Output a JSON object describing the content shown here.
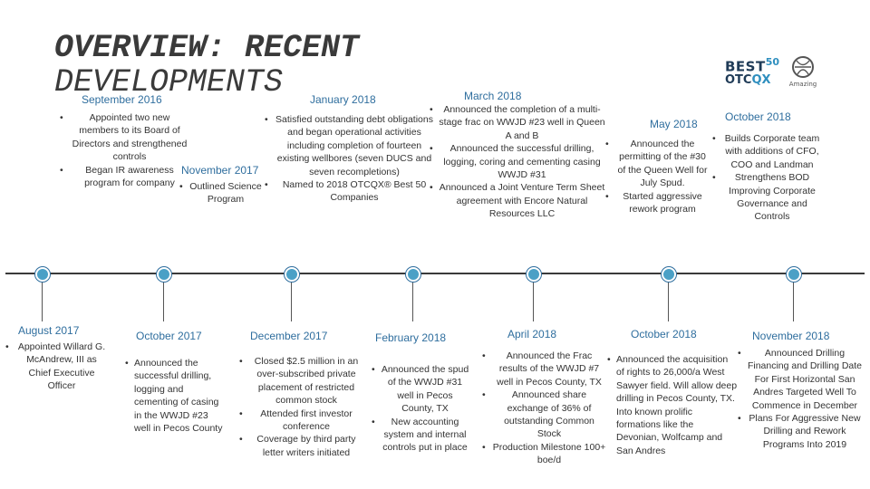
{
  "title": {
    "line1": "OVERVIEW: RECENT",
    "line2": "DEVELOPMENTS"
  },
  "logo": {
    "best": "BEST",
    "fifty": "50",
    "otc": "OTC",
    "qx": "QX",
    "amazing": "Amazing"
  },
  "top": [
    {
      "date": "September 2016",
      "items": [
        "Appointed two new members to its Board of Directors and strengthened controls",
        "Began IR awareness program for company"
      ]
    },
    {
      "date": "November 2017",
      "items": [
        "Outlined Science Program"
      ]
    },
    {
      "date": "January 2018",
      "items": [
        "Satisfied outstanding debt obligations and began operational activities including completion of fourteen existing wellbores (seven DUCS and seven recompletions)",
        "Named to 2018 OTCQX® Best 50 Companies"
      ]
    },
    {
      "date": "March 2018",
      "items": [
        "Announced the completion of a multi-stage frac on WWJD #23 well in Queen A and B",
        "Announced the successful drilling, logging, coring and cementing casing WWJD #31",
        "Announced a Joint Venture Term Sheet agreement with Encore Natural Resources LLC"
      ]
    },
    {
      "date": "May 2018",
      "items": [
        "Announced the permitting of the #30 of the Queen Well for July Spud.",
        "Started aggressive rework program"
      ]
    },
    {
      "date": "October 2018",
      "items": [
        "Builds Corporate team with additions of CFO, COO and Landman",
        "Strengthens BOD Improving Corporate Governance and Controls"
      ]
    }
  ],
  "bottom": [
    {
      "date": "August 2017",
      "items": [
        "Appointed Willard G. McAndrew, III as Chief Executive Officer"
      ]
    },
    {
      "date": "October 2017",
      "items": [
        "Announced the successful drilling, logging and cementing of casing in the WWJD #23 well in Pecos County"
      ]
    },
    {
      "date": "December 2017",
      "items": [
        "Closed $2.5 million in an over-subscribed private placement of restricted common stock",
        "Attended first investor conference",
        "Coverage by third party letter writers initiated"
      ]
    },
    {
      "date": "February 2018",
      "items": [
        "Announced the spud of the WWJD #31 well in Pecos County, TX",
        "New accounting system and internal controls put in place"
      ]
    },
    {
      "date": "April 2018",
      "items": [
        "Announced the Frac results of the WWJD #7 well in Pecos County, TX",
        "Announced share exchange of 36% of outstanding Common Stock",
        "Production Milestone 100+ boe/d"
      ]
    },
    {
      "date": "October 2018",
      "items": [
        "Announced the acquisition of rights to 26,000/a West Sawyer field. Will allow deep drilling in Pecos County, TX. Into known prolific formations like the Devonian, Wolfcamp and San Andres"
      ]
    },
    {
      "date": "November 2018",
      "items": [
        "Announced Drilling Financing and Drilling Date For First Horizontal San Andres Targeted Well To Commence in December",
        "Plans For Aggressive New Drilling and Rework Programs Into 2019"
      ]
    }
  ],
  "colors": {
    "date": "#2f6e9e",
    "dot": "#4aa0c6",
    "line": "#3a3a3a"
  }
}
